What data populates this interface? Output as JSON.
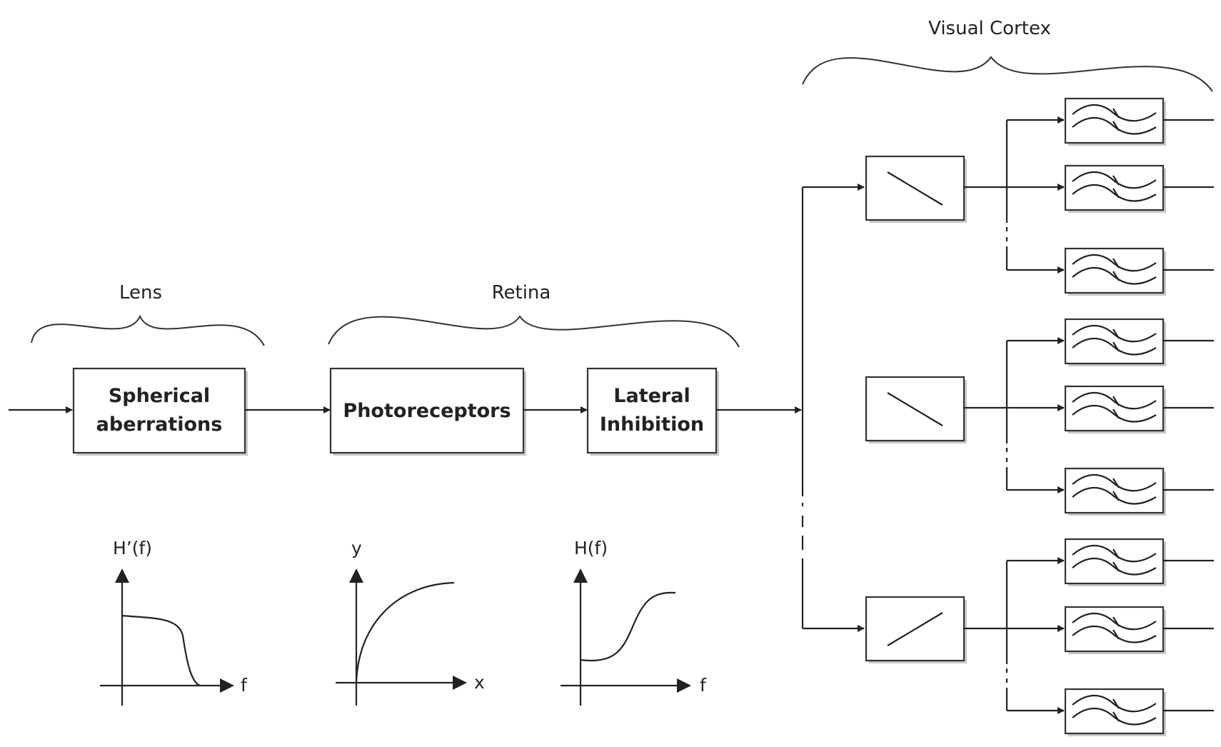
{
  "groups": {
    "lens": "Lens",
    "retina": "Retina",
    "visual_cortex": "Visual Cortex"
  },
  "blocks": {
    "spherical_line1": "Spherical",
    "spherical_line2": "aberrations",
    "photoreceptors": "Photoreceptors",
    "lateral_line1": "Lateral",
    "lateral_line2": "Inhibition"
  },
  "graphs": {
    "lens_response": {
      "ylabel": "H’(f)",
      "xlabel": "f"
    },
    "photoreceptor_response": {
      "ylabel": "y",
      "xlabel": "x"
    },
    "inhibition_response": {
      "ylabel": "H(f)",
      "xlabel": "f"
    }
  }
}
